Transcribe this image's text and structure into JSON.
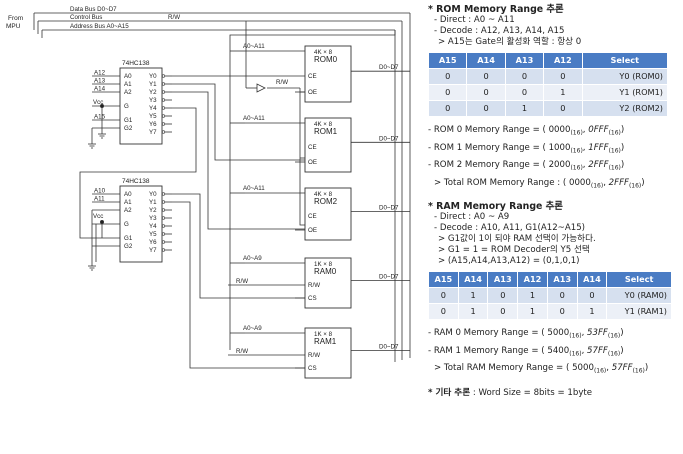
{
  "schematic": {
    "from_mpu": [
      "From",
      "MPU"
    ],
    "buses": {
      "data": "Data Bus D0~D7",
      "control": "Control Bus",
      "control_rw": "R/W",
      "address": "Address Bus A0~A15"
    },
    "decoder1": {
      "title": "74HC138",
      "inputs": [
        {
          "pin": "A0",
          "wire": "A12"
        },
        {
          "pin": "A1",
          "wire": "A13"
        },
        {
          "pin": "A2",
          "wire": "A14"
        },
        {
          "pin": "G",
          "wire": "Vcc"
        },
        {
          "pin": "G1",
          "wire": "A15"
        },
        {
          "pin": "G2",
          "wire": ""
        }
      ],
      "outputs": [
        "Y0",
        "Y1",
        "Y2",
        "Y3",
        "Y4",
        "Y5",
        "Y6",
        "Y7"
      ]
    },
    "decoder2": {
      "title": "74HC138",
      "inputs": [
        {
          "pin": "A0",
          "wire": "A10"
        },
        {
          "pin": "A1",
          "wire": "A11"
        },
        {
          "pin": "A2",
          "wire": ""
        },
        {
          "pin": "G",
          "wire": ""
        },
        {
          "pin": "G1",
          "wire": "Vcc"
        },
        {
          "pin": "G2",
          "wire": ""
        }
      ],
      "outputs": [
        "Y0",
        "Y1",
        "Y2",
        "Y3",
        "Y4",
        "Y5",
        "Y6",
        "Y7"
      ]
    },
    "inverter_label": "R/W",
    "chips": [
      {
        "size": "4K × 8",
        "name": "ROM0",
        "addr": "A0~A11",
        "rw": "",
        "pins": [
          "CE",
          "OE"
        ],
        "data": "D0~D7"
      },
      {
        "size": "4K × 8",
        "name": "ROM1",
        "addr": "A0~A11",
        "rw": "",
        "pins": [
          "CE",
          "OE"
        ],
        "data": "D0~D7"
      },
      {
        "size": "4K × 8",
        "name": "ROM2",
        "addr": "A0~A11",
        "rw": "",
        "pins": [
          "CE",
          "OE"
        ],
        "data": "D0~D7"
      },
      {
        "size": "1K × 8",
        "name": "RAM0",
        "addr": "A0~A9",
        "rw": "R/W",
        "pins": [
          "R/W",
          "CS"
        ],
        "data": "D0~D7"
      },
      {
        "size": "1K × 8",
        "name": "RAM1",
        "addr": "A0~A9",
        "rw": "R/W",
        "pins": [
          "R/W",
          "CS"
        ],
        "data": "D0~D7"
      }
    ]
  },
  "notes": {
    "rom": {
      "heading": "* ROM Memory Range 추론",
      "lines": [
        "- Direct : A0 ~ A11",
        "- Decode : A12, A13, A14, A15",
        "> A15는 Gate의 활성화 역할 : 항상 0"
      ],
      "table": {
        "headers": [
          "A15",
          "A14",
          "A13",
          "A12",
          "Select"
        ],
        "rows": [
          [
            "0",
            "0",
            "0",
            "0",
            "Y0 (ROM0)"
          ],
          [
            "0",
            "0",
            "0",
            "1",
            "Y1 (ROM1)"
          ],
          [
            "0",
            "0",
            "1",
            "0",
            "Y2 (ROM2)"
          ]
        ]
      },
      "ranges": [
        {
          "label": "- ROM 0 Memory Range = ( ",
          "from": "0000",
          "to": "0FFF"
        },
        {
          "label": "- ROM 1 Memory Range = ( ",
          "from": "1000",
          "to": "1FFF"
        },
        {
          "label": "- ROM 2 Memory Range = ( ",
          "from": "2000",
          "to": "2FFF"
        },
        {
          "label": "> Total ROM Memory Range : ( ",
          "from": "0000",
          "to": "2FFF"
        }
      ]
    },
    "ram": {
      "heading": "* RAM Memory Range 추론",
      "lines": [
        "- Direct : A0 ~ A9",
        "- Decode : A10, A11, G1(A12~A15)",
        "> G1값이 1이 되야 RAM 선택이 가능하다.",
        "> G1 = 1 = ROM Decoder의 Y5 선택",
        "> (A15,A14,A13,A12) = (0,1,0,1)"
      ],
      "table": {
        "headers": [
          "A15",
          "A14",
          "A13",
          "A12",
          "A13",
          "A14",
          "Select"
        ],
        "rows": [
          [
            "0",
            "1",
            "0",
            "1",
            "0",
            "0",
            "Y0 (RAM0)"
          ],
          [
            "0",
            "1",
            "0",
            "1",
            "0",
            "1",
            "Y1 (RAM1)"
          ]
        ]
      },
      "ranges": [
        {
          "label": "- RAM 0 Memory Range = ( ",
          "from": "5000",
          "to": "53FF"
        },
        {
          "label": "- RAM 1 Memory Range = ( ",
          "from": "5400",
          "to": "57FF"
        },
        {
          "label": "> Total RAM Memory Range = ( ",
          "from": "5000",
          "to": "57FF"
        }
      ]
    },
    "other": {
      "heading": "* 기타 추론",
      "text": " : Word Size = 8bits = 1byte"
    },
    "subscript": "(16)"
  }
}
